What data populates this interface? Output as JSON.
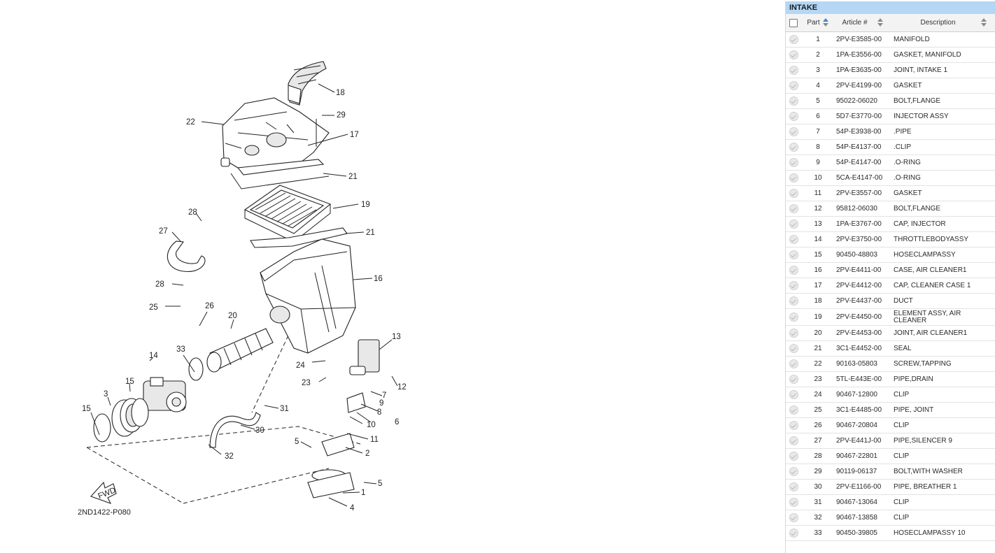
{
  "diagram": {
    "code": "2ND1422-P080",
    "fwd_label": "FWD",
    "callouts": [
      "1",
      "2",
      "3",
      "4",
      "5",
      "5",
      "6",
      "7",
      "8",
      "9",
      "10",
      "11",
      "12",
      "13",
      "14",
      "15",
      "15",
      "16",
      "17",
      "18",
      "19",
      "20",
      "21",
      "21",
      "22",
      "23",
      "24",
      "25",
      "26",
      "27",
      "28",
      "28",
      "29",
      "30",
      "31",
      "32",
      "33"
    ]
  },
  "table": {
    "title": "INTAKE",
    "headers": {
      "part": "Part",
      "article": "Article #",
      "description": "Description"
    },
    "rows": [
      {
        "part": "1",
        "article": "2PV-E3585-00",
        "description": "MANIFOLD"
      },
      {
        "part": "2",
        "article": "1PA-E3556-00",
        "description": "GASKET, MANIFOLD"
      },
      {
        "part": "3",
        "article": "1PA-E3635-00",
        "description": "JOINT, INTAKE 1"
      },
      {
        "part": "4",
        "article": "2PV-E4199-00",
        "description": "GASKET"
      },
      {
        "part": "5",
        "article": "95022-06020",
        "description": "BOLT,FLANGE"
      },
      {
        "part": "6",
        "article": "5D7-E3770-00",
        "description": "INJECTOR ASSY"
      },
      {
        "part": "7",
        "article": "54P-E3938-00",
        "description": ".PIPE"
      },
      {
        "part": "8",
        "article": "54P-E4137-00",
        "description": ".CLIP"
      },
      {
        "part": "9",
        "article": "54P-E4147-00",
        "description": ".O-RING"
      },
      {
        "part": "10",
        "article": "5CA-E4147-00",
        "description": ".O-RING"
      },
      {
        "part": "11",
        "article": "2PV-E3557-00",
        "description": "GASKET"
      },
      {
        "part": "12",
        "article": "95812-06030",
        "description": "BOLT,FLANGE"
      },
      {
        "part": "13",
        "article": "1PA-E3767-00",
        "description": "CAP, INJECTOR"
      },
      {
        "part": "14",
        "article": "2PV-E3750-00",
        "description": "THROTTLEBODYASSY"
      },
      {
        "part": "15",
        "article": "90450-48803",
        "description": "HOSECLAMPASSY"
      },
      {
        "part": "16",
        "article": "2PV-E4411-00",
        "description": "CASE, AIR CLEANER1"
      },
      {
        "part": "17",
        "article": "2PV-E4412-00",
        "description": "CAP, CLEANER CASE 1"
      },
      {
        "part": "18",
        "article": "2PV-E4437-00",
        "description": "DUCT"
      },
      {
        "part": "19",
        "article": "2PV-E4450-00",
        "description": "ELEMENT ASSY, AIR CLEANER"
      },
      {
        "part": "20",
        "article": "2PV-E4453-00",
        "description": "JOINT, AIR CLEANER1"
      },
      {
        "part": "21",
        "article": "3C1-E4452-00",
        "description": "SEAL"
      },
      {
        "part": "22",
        "article": "90163-05803",
        "description": "SCREW,TAPPING"
      },
      {
        "part": "23",
        "article": "5TL-E443E-00",
        "description": "PIPE,DRAIN"
      },
      {
        "part": "24",
        "article": "90467-12800",
        "description": "CLIP"
      },
      {
        "part": "25",
        "article": "3C1-E4485-00",
        "description": "PIPE, JOINT"
      },
      {
        "part": "26",
        "article": "90467-20804",
        "description": "CLIP"
      },
      {
        "part": "27",
        "article": "2PV-E441J-00",
        "description": "PIPE,SILENCER 9"
      },
      {
        "part": "28",
        "article": "90467-22801",
        "description": "CLIP"
      },
      {
        "part": "29",
        "article": "90119-06137",
        "description": "BOLT,WITH WASHER"
      },
      {
        "part": "30",
        "article": "2PV-E1166-00",
        "description": "PIPE, BREATHER 1"
      },
      {
        "part": "31",
        "article": "90467-13064",
        "description": "CLIP"
      },
      {
        "part": "32",
        "article": "90467-13858",
        "description": "CLIP"
      },
      {
        "part": "33",
        "article": "90450-39805",
        "description": "HOSECLAMPASSY 10"
      }
    ]
  }
}
